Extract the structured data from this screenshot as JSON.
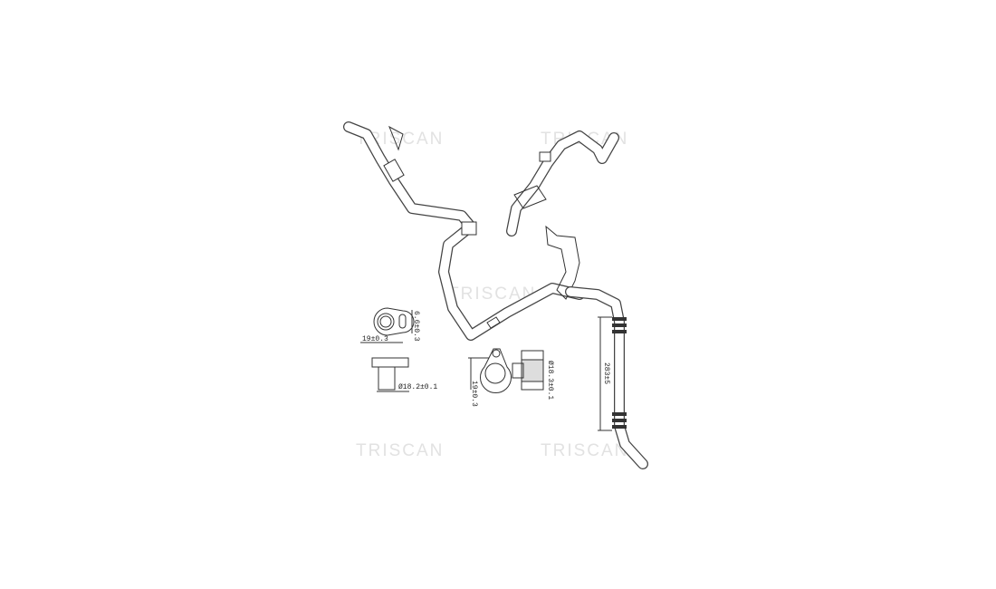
{
  "watermark": "TRISCAN",
  "dimensions": {
    "flange_slot": "6.6±0.3",
    "flange_width": "19±0.3",
    "fitting_diameter": "Ø18.2±0.1",
    "clamp_height": "19±0.3",
    "clamp_diameter": "Ø18.3±0.1",
    "hose_length": "283±5"
  }
}
